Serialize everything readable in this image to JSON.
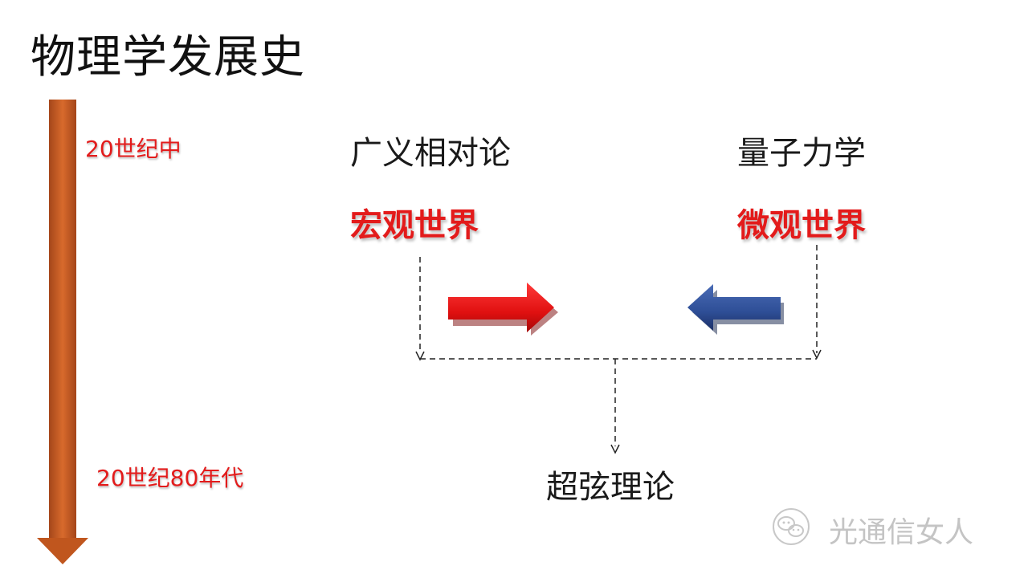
{
  "title": "物理学发展史",
  "timeline": {
    "start_label": "20世纪中",
    "end_label": "20世纪80年代"
  },
  "left_branch": {
    "theory": "广义相对论",
    "scope": "宏观世界"
  },
  "right_branch": {
    "theory": "量子力学",
    "scope": "微观世界"
  },
  "result": "超弦理论",
  "watermark": {
    "icon": "wechat-icon",
    "text": "光通信女人"
  },
  "colors": {
    "timeline_arrow": "#c0561e",
    "left_arrow": "#e81818",
    "right_arrow": "#2e4e96",
    "label_red": "#e31b1b"
  }
}
